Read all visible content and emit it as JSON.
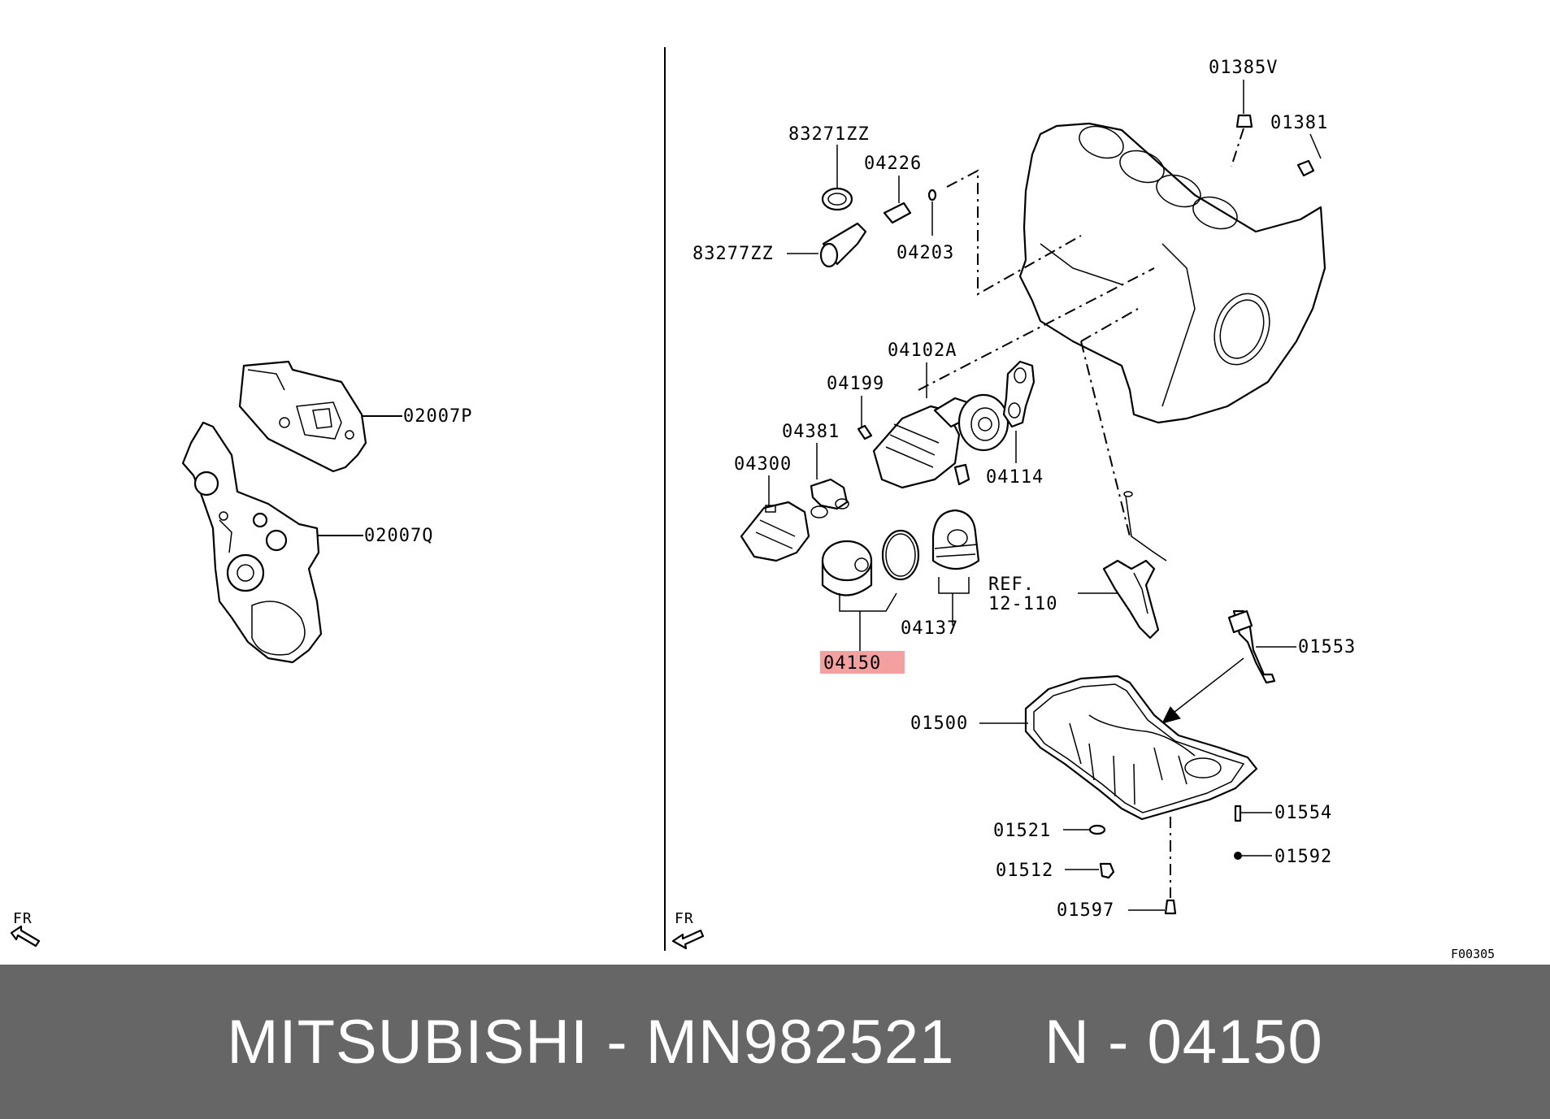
{
  "diagram": {
    "labels": {
      "l02007P": "02007P",
      "l02007Q": "02007Q",
      "l01385V": "01385V",
      "l01381": "01381",
      "l83271ZZ": "83271ZZ",
      "l04226": "04226",
      "l04203": "04203",
      "l83277ZZ": "83277ZZ",
      "l04102A": "04102A",
      "l04199": "04199",
      "l04381": "04381",
      "l04300": "04300",
      "l04114": "04114",
      "l04137": "04137",
      "l04150": "04150",
      "ref1": "REF.",
      "ref2": "12-110",
      "l01553": "01553",
      "l01500": "01500",
      "l01554": "01554",
      "l01521": "01521",
      "l01592": "01592",
      "l01512": "01512",
      "l01597": "01597",
      "fr_left": "FR",
      "fr_right": "FR",
      "code": "F00305"
    },
    "highlight_color": "#f4a0a0",
    "highlighted_part": "04150"
  },
  "footer": {
    "text": "MITSUBISHI - MN982521     N - 04150",
    "background": "#666666",
    "color": "#ffffff"
  }
}
